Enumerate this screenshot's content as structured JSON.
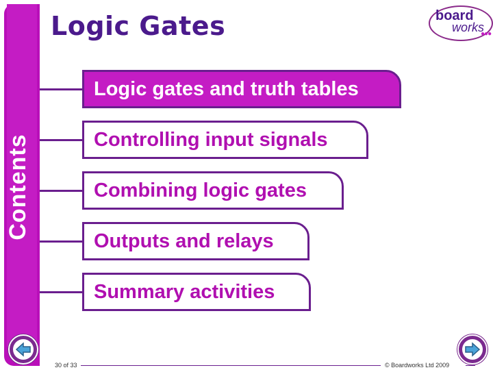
{
  "header": {
    "title": "Logic Gates"
  },
  "logo": {
    "line1": "board",
    "line2": "works",
    "dots": "●●●"
  },
  "sidebar": {
    "label": "Contents"
  },
  "menu": {
    "items": [
      {
        "label": "Logic gates and truth tables",
        "active": true
      },
      {
        "label": "Controlling input signals",
        "active": false
      },
      {
        "label": "Combining logic gates",
        "active": false
      },
      {
        "label": "Outputs and relays",
        "active": false
      },
      {
        "label": "Summary activities",
        "active": false
      }
    ]
  },
  "footer": {
    "page": "30 of 33",
    "copyright": "© Boardworks Ltd 2009"
  },
  "colors": {
    "accent": "#c41cc4",
    "dark": "#6a1e8e",
    "title": "#4b1a8c"
  }
}
